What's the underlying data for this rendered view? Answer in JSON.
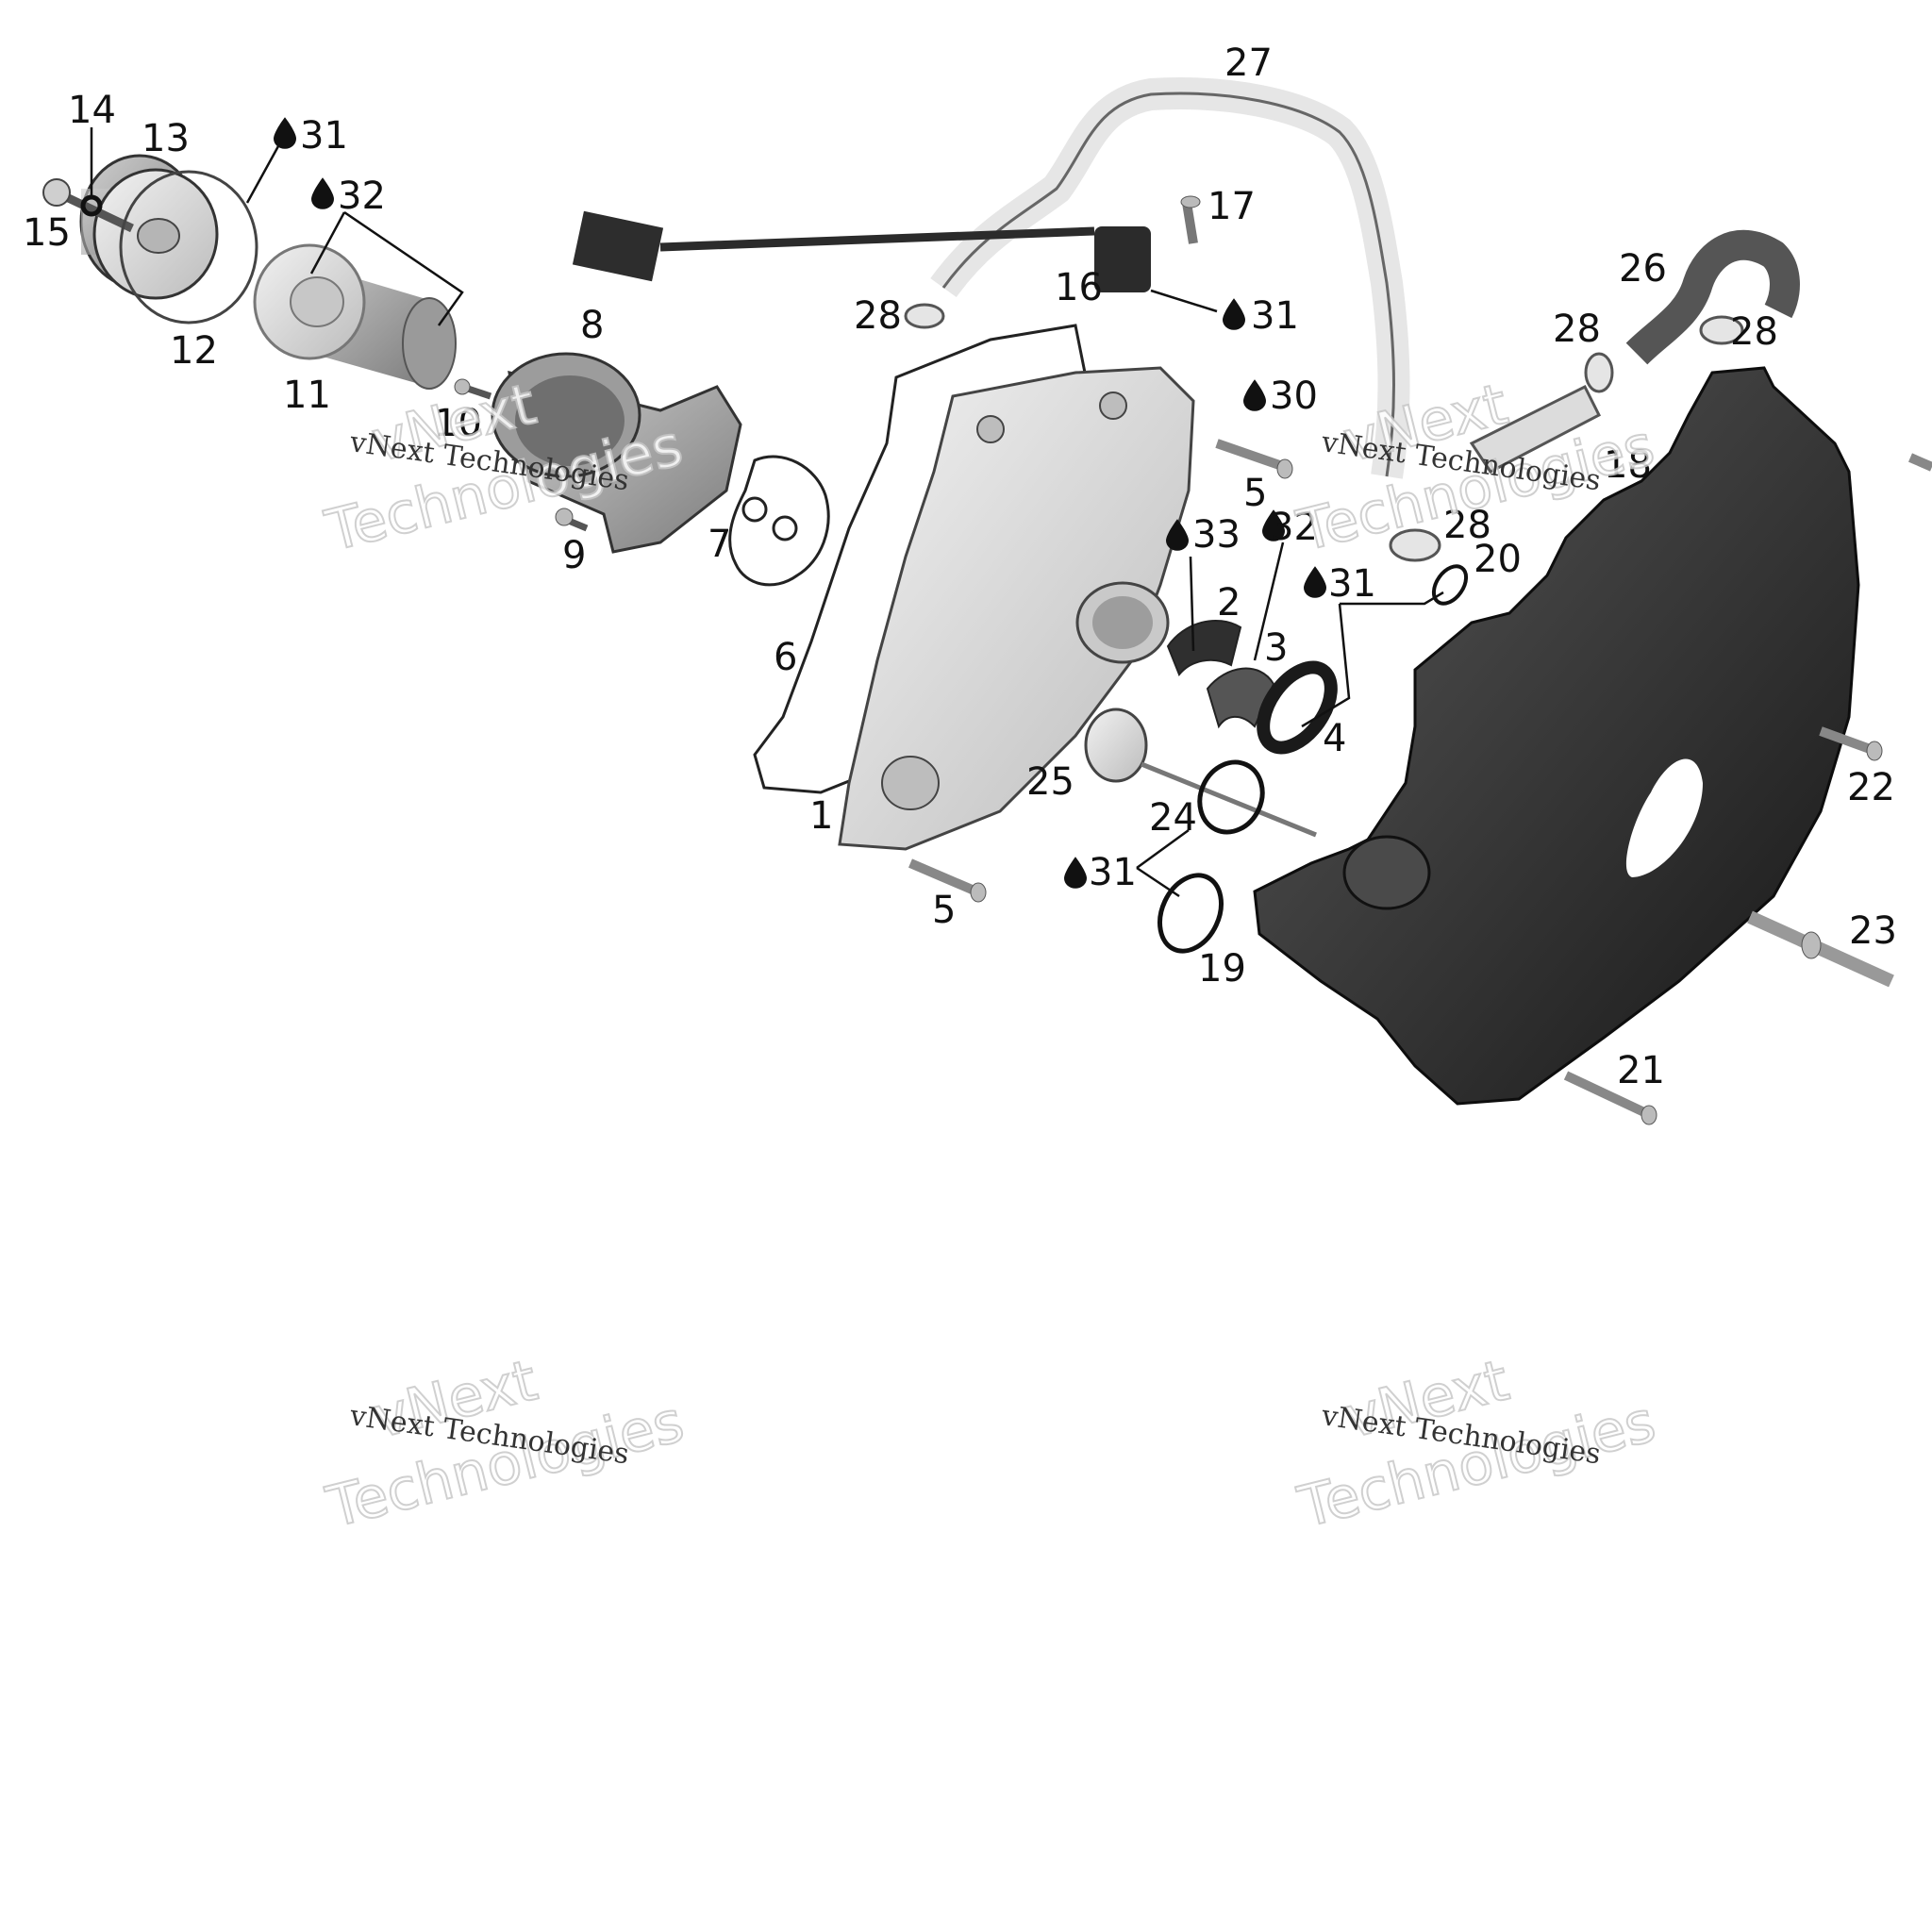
{
  "callouts": [
    {
      "id": "c14",
      "text": "14"
    },
    {
      "id": "c13",
      "text": "13"
    },
    {
      "id": "c15",
      "text": "15"
    },
    {
      "id": "c12",
      "text": "12"
    },
    {
      "id": "c31a",
      "text": "31"
    },
    {
      "id": "c32a",
      "text": "32"
    },
    {
      "id": "c11",
      "text": "11"
    },
    {
      "id": "c8",
      "text": "8"
    },
    {
      "id": "c10",
      "text": "10"
    },
    {
      "id": "c9",
      "text": "9"
    },
    {
      "id": "c7",
      "text": "7"
    },
    {
      "id": "c6",
      "text": "6"
    },
    {
      "id": "c1",
      "text": "1"
    },
    {
      "id": "c27",
      "text": "27"
    },
    {
      "id": "c17",
      "text": "17"
    },
    {
      "id": "c16",
      "text": "16"
    },
    {
      "id": "c31b",
      "text": "31"
    },
    {
      "id": "c28a",
      "text": "28"
    },
    {
      "id": "c30",
      "text": "30"
    },
    {
      "id": "c5a",
      "text": "5"
    },
    {
      "id": "c33",
      "text": "33"
    },
    {
      "id": "c32b",
      "text": "32"
    },
    {
      "id": "c2",
      "text": "2"
    },
    {
      "id": "c3",
      "text": "3"
    },
    {
      "id": "c31c",
      "text": "31"
    },
    {
      "id": "c4",
      "text": "4"
    },
    {
      "id": "c25",
      "text": "25"
    },
    {
      "id": "c24",
      "text": "24"
    },
    {
      "id": "c31d",
      "text": "31"
    },
    {
      "id": "c5b",
      "text": "5"
    },
    {
      "id": "c19",
      "text": "19"
    },
    {
      "id": "c26",
      "text": "26"
    },
    {
      "id": "c28b",
      "text": "28"
    },
    {
      "id": "c28c",
      "text": "28"
    },
    {
      "id": "c18",
      "text": "18"
    },
    {
      "id": "c28d",
      "text": "28"
    },
    {
      "id": "c20",
      "text": "20"
    },
    {
      "id": "c22",
      "text": "22"
    },
    {
      "id": "c23",
      "text": "23"
    },
    {
      "id": "c21",
      "text": "21"
    }
  ],
  "watermark": {
    "small": "vNext Technologies",
    "big1": "vNext",
    "big2": "Technologies"
  },
  "colors": {
    "ink": "#111111",
    "part_light": "#d9d9d9",
    "part_mid": "#a8a8a8",
    "part_dark": "#2a2a2a",
    "watermark_outline": "#c8c8c8"
  }
}
